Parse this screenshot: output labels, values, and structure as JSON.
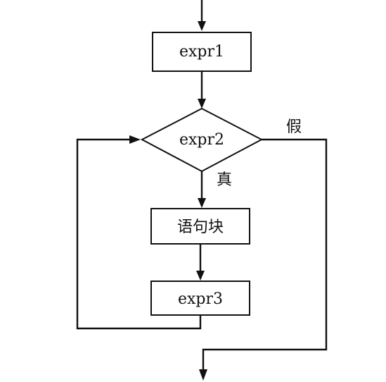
{
  "diagram": {
    "nodes": {
      "init": {
        "label": "expr1"
      },
      "condition": {
        "label": "expr2"
      },
      "body": {
        "label": "语句块"
      },
      "update": {
        "label": "expr3"
      }
    },
    "branches": {
      "true_label": "真",
      "false_label": "假"
    }
  }
}
